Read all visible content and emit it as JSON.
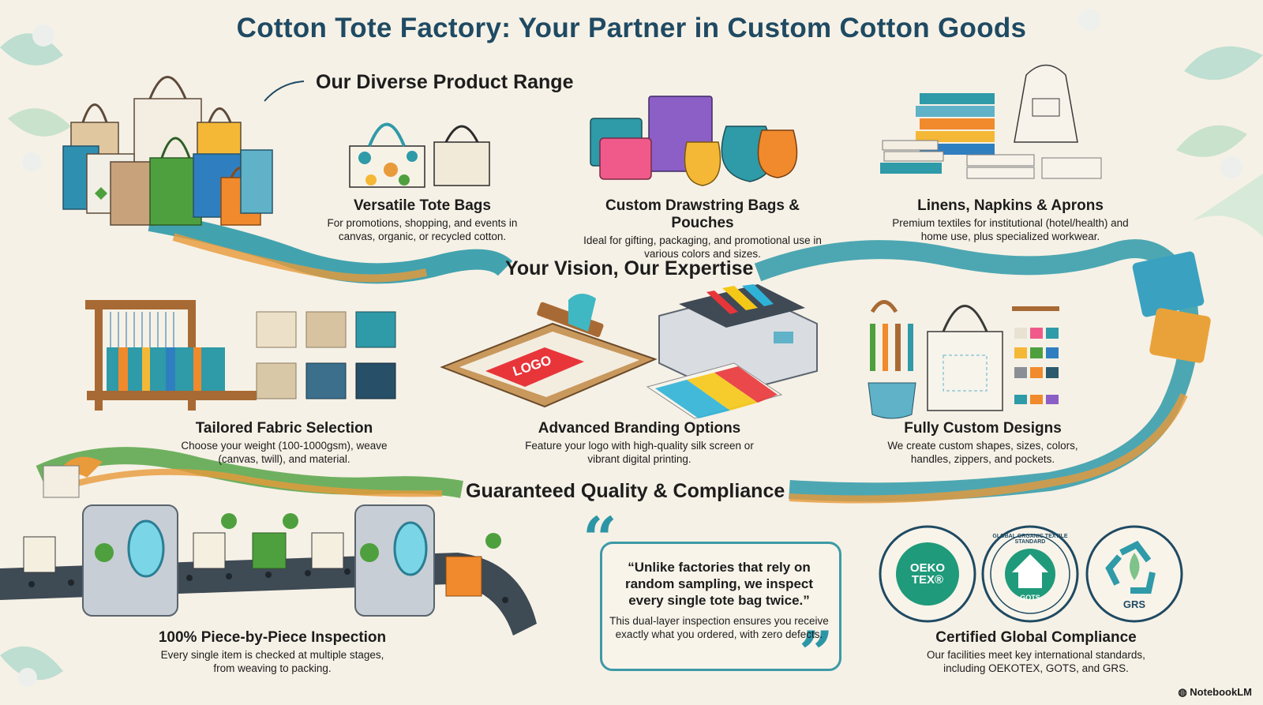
{
  "title": "Cotton Tote Factory: Your Partner in Custom Cotton Goods",
  "sections": {
    "products": "Our Diverse Product Range",
    "expertise": "Your Vision, Our Expertise",
    "quality": "Guaranteed Quality & Compliance"
  },
  "products": [
    {
      "title": "Versatile Tote Bags",
      "desc": "For promotions, shopping, and events in canvas, organic, or recycled cotton."
    },
    {
      "title": "Custom Drawstring Bags & Pouches",
      "desc": "Ideal for gifting, packaging, and promotional use in various colors and sizes."
    },
    {
      "title": "Linens, Napkins & Aprons",
      "desc": "Premium textiles for institutional (hotel/health) and home use, plus specialized workwear."
    }
  ],
  "expertise": [
    {
      "title": "Tailored Fabric Selection",
      "desc": "Choose your weight (100-1000gsm), weave (canvas, twill), and material."
    },
    {
      "title": "Advanced Branding Options",
      "desc": "Feature your logo with high-quality silk screen or vibrant digital printing."
    },
    {
      "title": "Fully Custom Designs",
      "desc": "We create custom shapes, sizes, colors, handles, zippers, and pockets."
    }
  ],
  "quality": {
    "inspection": {
      "title": "100% Piece-by-Piece Inspection",
      "desc": "Every single item is checked at multiple stages, from weaving to packing."
    },
    "quote": "“Unlike factories that rely on random sampling, we inspect every single tote bag twice.”",
    "quote_sub": "This dual-layer inspection ensures you receive exactly what you ordered, with zero defects.",
    "compliance": {
      "title": "Certified Global Compliance",
      "desc": "Our facilities meet key international standards, including OEKOTEX, GOTS, and GRS."
    }
  },
  "logo_text": "LOGO",
  "certs": {
    "oeko": "OEKO TEX®",
    "gots_ring": "GLOBAL ORGANIC TEXTILE STANDARD",
    "gots": "GOTS",
    "grs": "GRS"
  },
  "brand": "NotebookLM",
  "colors": {
    "teal": "#2f9aa8",
    "navy": "#1f4a63",
    "orange": "#f08a2c",
    "green": "#4ea03f",
    "cream": "#f6f1e6"
  }
}
